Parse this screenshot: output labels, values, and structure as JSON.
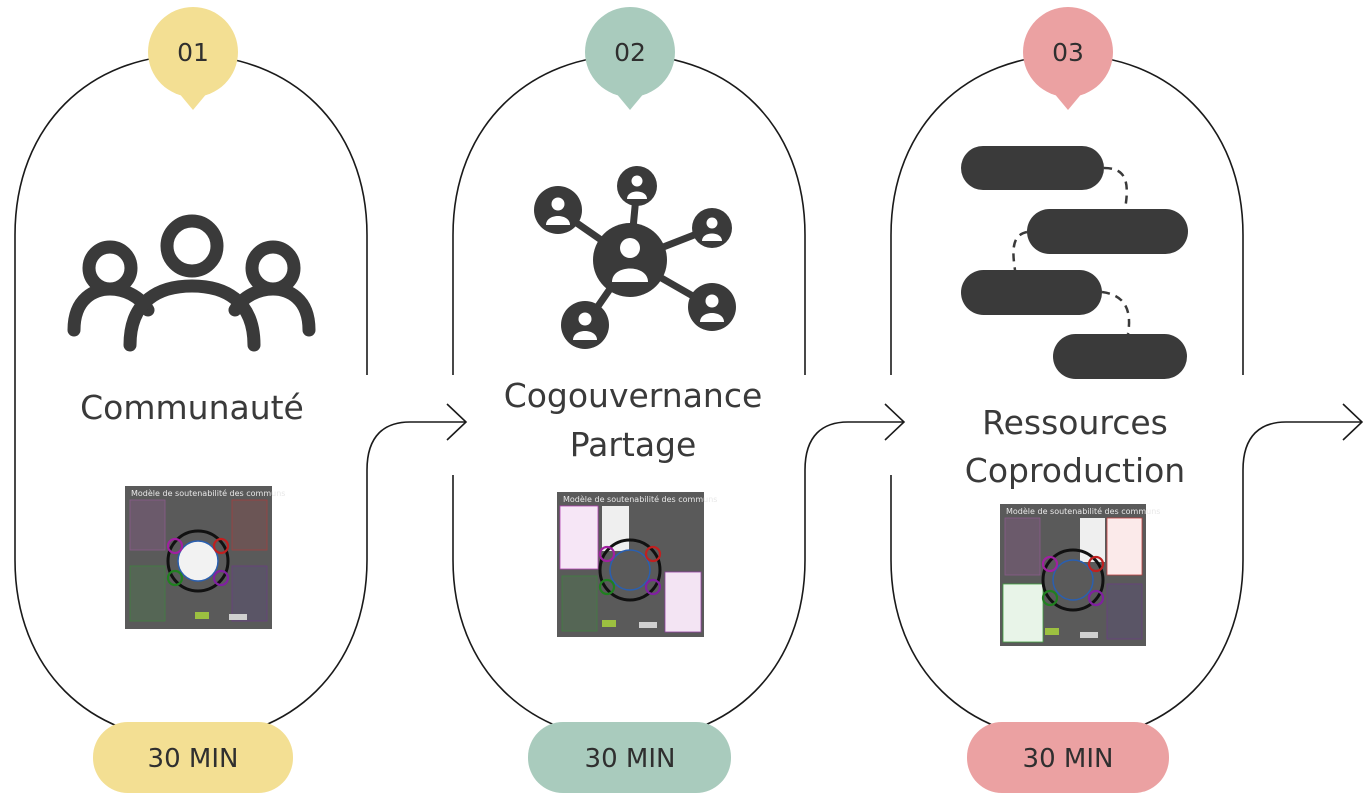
{
  "steps": [
    {
      "number": "01",
      "title_lines": [
        "Communauté"
      ],
      "duration": "30 MIN",
      "color": "#f3df93",
      "icon": "community-people-icon",
      "thumbnail_title": "Modèle de soutenabilité des communs"
    },
    {
      "number": "02",
      "title_lines": [
        "Cogouvernance",
        "Partage"
      ],
      "duration": "30 MIN",
      "color": "#a9cbbd",
      "icon": "network-users-icon",
      "thumbnail_title": "Modèle de soutenabilité des communs"
    },
    {
      "number": "03",
      "title_lines": [
        "Ressources",
        "Coproduction"
      ],
      "duration": "30 MIN",
      "color": "#eba1a2",
      "icon": "flow-bars-icon",
      "thumbnail_title": "Modèle de soutenabilité des communs"
    }
  ],
  "colors": {
    "outline": "#1a1a1a",
    "icon_fill": "#3a3a3a",
    "thumbnail_bg": "#5a5a5a"
  }
}
